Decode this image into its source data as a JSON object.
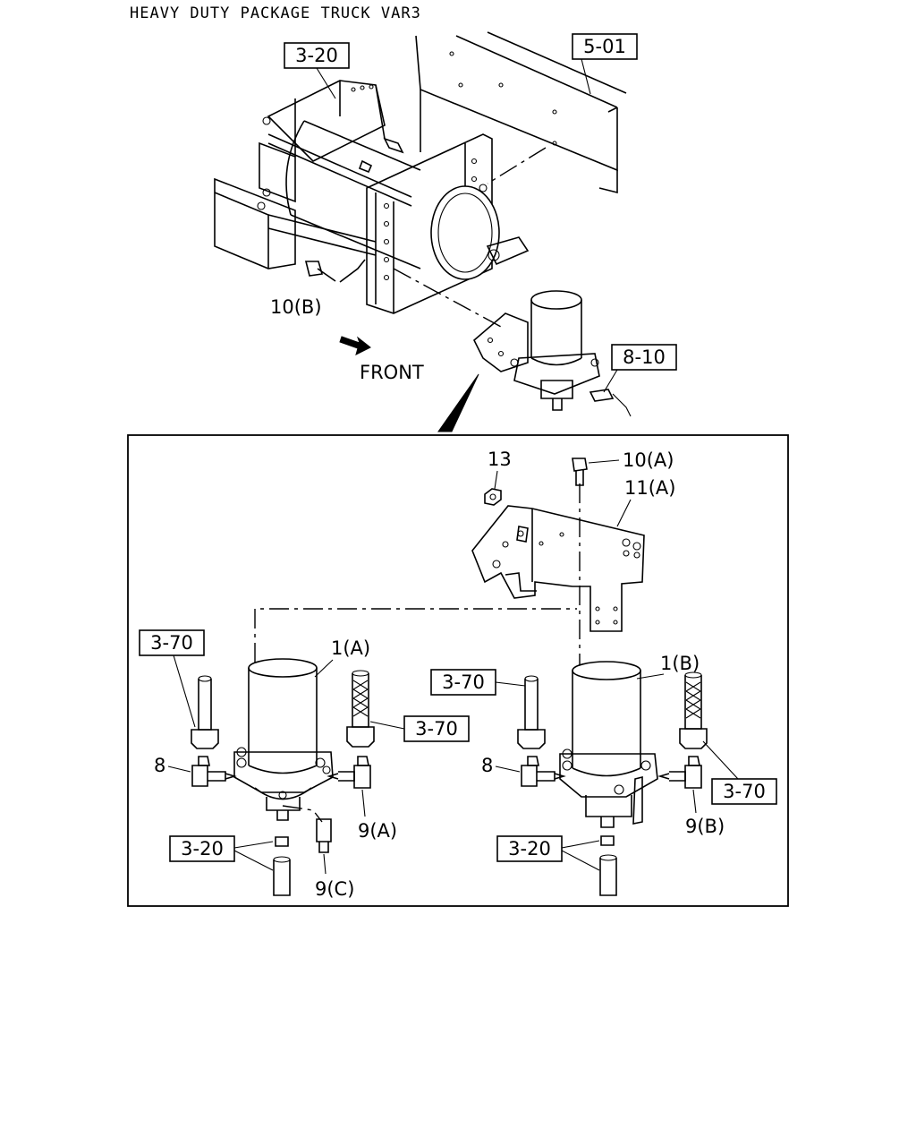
{
  "title": "HEAVY DUTY PACKAGE TRUCK VAR3",
  "direction_label": "FRONT",
  "refs": {
    "frame_3_20": "3-20",
    "rail_5_01": "5-01",
    "harness_8_10": "8-10",
    "hose_left_top": "3-70",
    "hose_left_right": "3-70",
    "hose_right_left": "3-70",
    "hose_right_right": "3-70",
    "pipe_left": "3-20",
    "pipe_right": "3-20"
  },
  "parts": {
    "p_10b": "10(B)",
    "p_13": "13",
    "p_10a": "10(A)",
    "p_11a": "11(A)",
    "p_1a": "1(A)",
    "p_1b": "1(B)",
    "p_8_left": "8",
    "p_8_right": "8",
    "p_9a": "9(A)",
    "p_9b": "9(B)",
    "p_9c": "9(C)"
  }
}
